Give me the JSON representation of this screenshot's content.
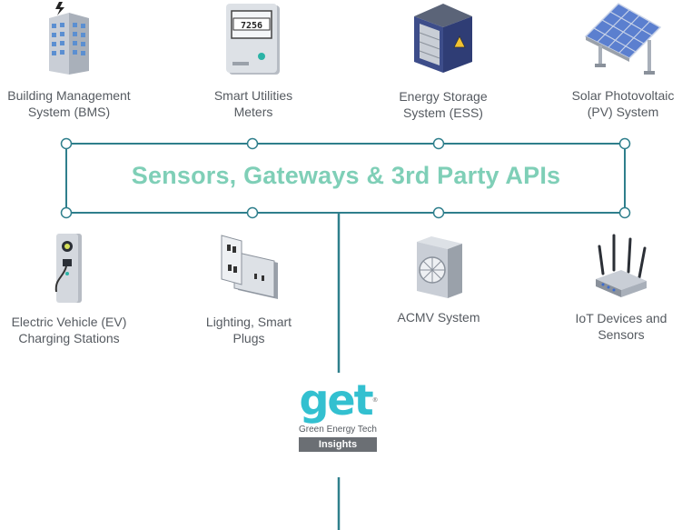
{
  "hub": {
    "title": "Sensors, Gateways & 3rd Party APIs"
  },
  "top_nodes": [
    {
      "label": "Building Management\nSystem (BMS)",
      "icon": "building-icon"
    },
    {
      "label": "Smart Utilities\nMeters",
      "icon": "meter-icon"
    },
    {
      "label": "Energy Storage\nSystem (ESS)",
      "icon": "battery-storage-icon"
    },
    {
      "label": "Solar Photovoltaic\n(PV) System",
      "icon": "solar-panel-icon"
    }
  ],
  "bottom_nodes": [
    {
      "label": "Electric Vehicle (EV)\nCharging Stations",
      "icon": "ev-charger-icon"
    },
    {
      "label": "Lighting, Smart\nPlugs",
      "icon": "smart-plug-icon"
    },
    {
      "label": "ACMV System",
      "icon": "hvac-unit-icon"
    },
    {
      "label": "IoT Devices and\nSensors",
      "icon": "router-icon"
    }
  ],
  "meter_reading": "7256",
  "brand": {
    "logo": "get",
    "tagline": "Green Energy Tech",
    "badge": "Insights",
    "reg_mark": "®"
  },
  "colors": {
    "line": "#2f7f8c",
    "hub_text": "#7fcfb7",
    "brand": "#33c0d0",
    "badge": "#6b6f74"
  }
}
